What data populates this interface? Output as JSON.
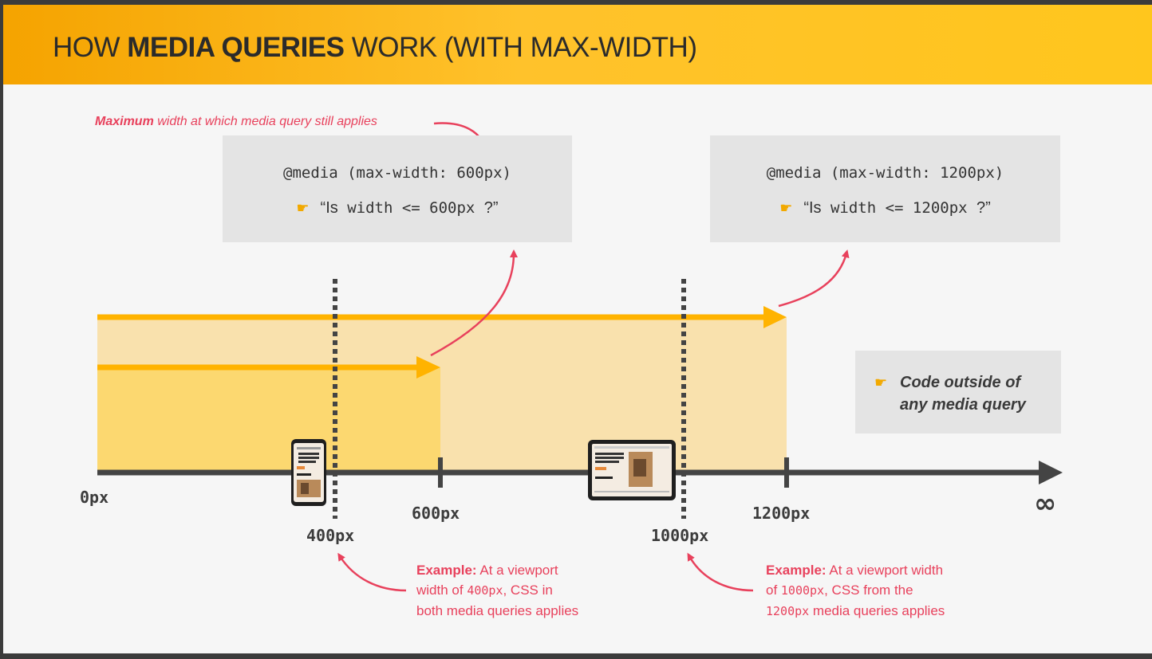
{
  "title": {
    "prefix": "HOW ",
    "bold": "MEDIA QUERIES",
    "suffix": " WORK (WITH MAX-WIDTH)"
  },
  "top_annotation": {
    "bold": "Maximum",
    "rest": " width at which media query still applies"
  },
  "query_600": {
    "code": "@media (max-width: 600px)",
    "q_prefix": "“Is",
    "q_code": " width <= 600px ",
    "q_suffix": "?”"
  },
  "query_1200": {
    "code": "@media (max-width: 1200px)",
    "q_prefix": "“Is",
    "q_code": " width <= 1200px ",
    "q_suffix": "?”"
  },
  "outside_note": {
    "line1": "Code outside of",
    "line2": "any media query"
  },
  "axis": {
    "start": "0px",
    "t600": "600px",
    "t1200": "1200px",
    "t400": "400px",
    "t1000": "1000px",
    "end": "∞"
  },
  "example_400": {
    "l1_bold": "Example:",
    "l1_rest": " At a viewport",
    "l2_a": "width of ",
    "l2_code": "400px",
    "l2_b": ", CSS in",
    "l3": "both media queries applies"
  },
  "example_1000": {
    "l1_bold": "Example:",
    "l1_rest": " At a viewport width",
    "l2_a": "of ",
    "l2_code": "1000px",
    "l2_b": ", CSS from the",
    "l3_code": "1200px",
    "l3_rest": " media queries applies"
  },
  "colors": {
    "accent_red": "#e8415c",
    "orange": "#ffb300",
    "banner": "#ffc22b",
    "axis": "#444444"
  },
  "icons": [
    "pointing-hand-icon",
    "phone-icon",
    "tablet-icon"
  ]
}
